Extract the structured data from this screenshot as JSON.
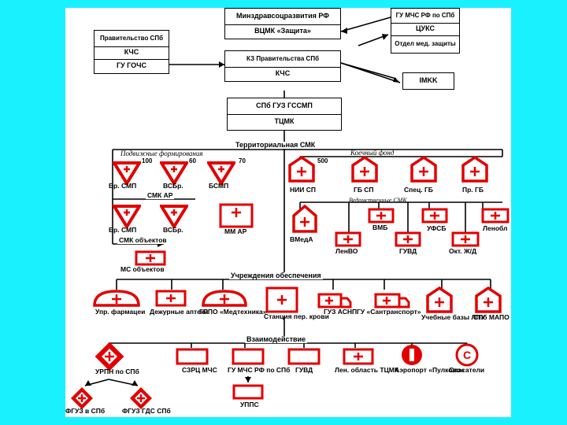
{
  "top": {
    "ministry": "Минздравсоцразвития РФ",
    "vcmk": "ВЦМК «Защита»",
    "mchs": [
      "ГУ МЧС РФ по СПб",
      "ЦУКС",
      "Отдел мед. защиты"
    ],
    "government": [
      "Правительство СПб",
      "КЧС",
      "ГУ ГОЧС"
    ],
    "kz": [
      "КЗ Правительства СПб",
      "КЧС"
    ],
    "imkk": "IMKK",
    "tcmk": [
      "СПб ГУЗ ГССМП",
      "ТЦМК"
    ]
  },
  "territorial": {
    "title": "Территориальная СМК",
    "podvizhnye": "Подвижные формирования",
    "koechny": "Коечный фонд",
    "vedomstvennye": "Ведомственные СМК",
    "counts": [
      "100",
      "60",
      "70",
      "500"
    ],
    "units": [
      "Бр. СМП",
      "ВСБр.",
      "БСМП"
    ],
    "smk_ar": "СМК АР",
    "ar_units": [
      "Бр. СМП",
      "ВСБр.",
      "ММ АР"
    ],
    "smk_objects": "СМК объектов",
    "ms_objects": "МС объектов",
    "hospitals": [
      "НИИ СП",
      "ГБ СП",
      "Спец. ГБ",
      "Пр. ГБ"
    ],
    "vedom_top": [
      "ВМедА",
      "ВМБ",
      "УФСБ",
      "Ленобл"
    ],
    "vedom_bottom": [
      "ЛенВО",
      "ГУВД",
      "Окт. Ж/Д"
    ]
  },
  "supply": {
    "title": "Учреждения обеспечения",
    "items": [
      "Упр. фармацеи",
      "Дежурные аптеки",
      "ГППО «Медтехника»",
      "Станция пер. крови",
      "ГУЗ АСНП",
      "ГУ «Сантранспорт»",
      "Учебные базы ЛПУ",
      "СПб МАПО"
    ]
  },
  "interaction": {
    "title": "Взаимодействие",
    "items": [
      "УРПН по СПб",
      "СЗРЦ МЧС",
      "ГУ МЧС РФ по СПб",
      "ГУВД",
      "Лен. область ТЦМК",
      "Аэропорт «Пулково»",
      "Спасатели"
    ],
    "upps": "УППС",
    "fguz": [
      "ФГУЗ в СПб",
      "ФГУЗ ГДС СПб"
    ]
  },
  "colors": {
    "accent": "#e10000",
    "background": "#19f1ff"
  }
}
